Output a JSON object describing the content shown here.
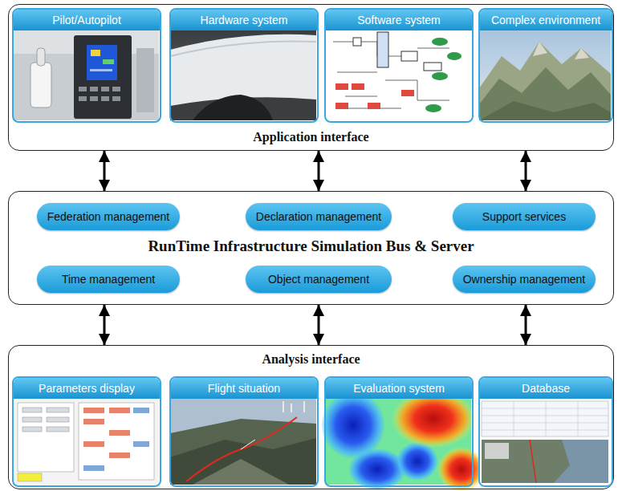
{
  "diagram": {
    "nodes": [
      {
        "text": [
          "Application interface"
        ]
      },
      {
        "text": [
          "Pilot/Autopilot"
        ],
        "in": 0
      },
      {
        "text": [
          "Hardware system"
        ],
        "in": 0
      },
      {
        "text": [
          "Software system"
        ],
        "in": 0
      },
      {
        "text": [
          "Complex environment"
        ],
        "in": 0
      },
      {
        "text": [
          "RunTime Infrastructure Simulation Bus & Server"
        ]
      },
      {
        "text": [
          "Federation management"
        ],
        "in": 5
      },
      {
        "text": [
          "Declaration management"
        ],
        "in": 5
      },
      {
        "text": [
          "Support services"
        ],
        "in": 5
      },
      {
        "text": [
          "Time management"
        ],
        "in": 5
      },
      {
        "text": [
          "Object management"
        ],
        "in": 5
      },
      {
        "text": [
          "Ownership management"
        ],
        "in": 5
      },
      {
        "text": [
          "Analysis interface"
        ]
      },
      {
        "text": [
          "Parameters display"
        ],
        "in": 12
      },
      {
        "text": [
          "Flight situation"
        ],
        "in": 12
      },
      {
        "text": [
          "Evaluation system"
        ],
        "in": 12
      },
      {
        "text": [
          "Database"
        ],
        "in": 12
      }
    ],
    "edges": [
      {
        "from": 0,
        "to": 5,
        "arrow": "both"
      },
      {
        "from": 0,
        "to": 5,
        "arrow": "both"
      },
      {
        "from": 0,
        "to": 5,
        "arrow": "both"
      },
      {
        "from": 5,
        "to": 12,
        "arrow": "both"
      },
      {
        "from": 5,
        "to": 12,
        "arrow": "both"
      },
      {
        "from": 5,
        "to": 12,
        "arrow": "both"
      }
    ]
  }
}
